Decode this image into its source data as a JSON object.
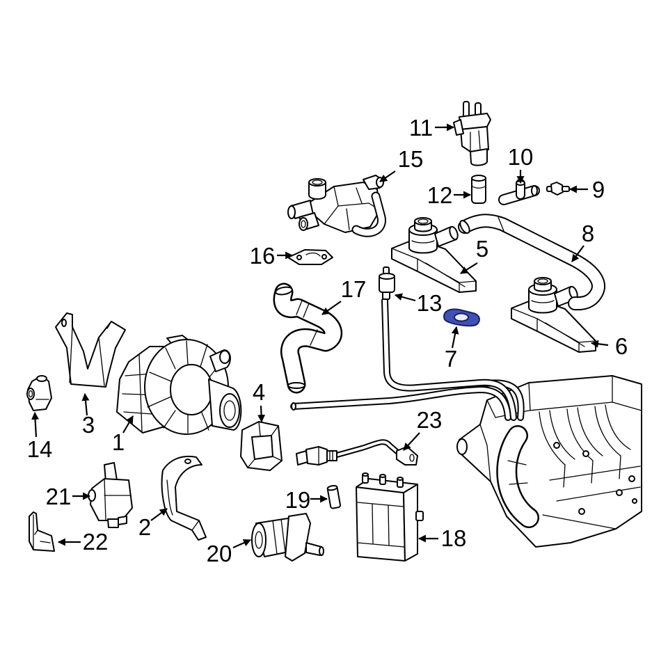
{
  "callouts": {
    "1": "1",
    "2": "2",
    "3": "3",
    "4": "4",
    "5": "5",
    "6": "6",
    "7": "7",
    "8": "8",
    "9": "9",
    "10": "10",
    "11": "11",
    "12": "12",
    "13": "13",
    "14": "14",
    "15": "15",
    "16": "16",
    "17": "17",
    "18": "18",
    "19": "19",
    "20": "20",
    "21": "21",
    "22": "22",
    "23": "23"
  },
  "colors": {
    "background": "#ffffff",
    "line": "#000000",
    "highlight": "#3f51b5"
  }
}
